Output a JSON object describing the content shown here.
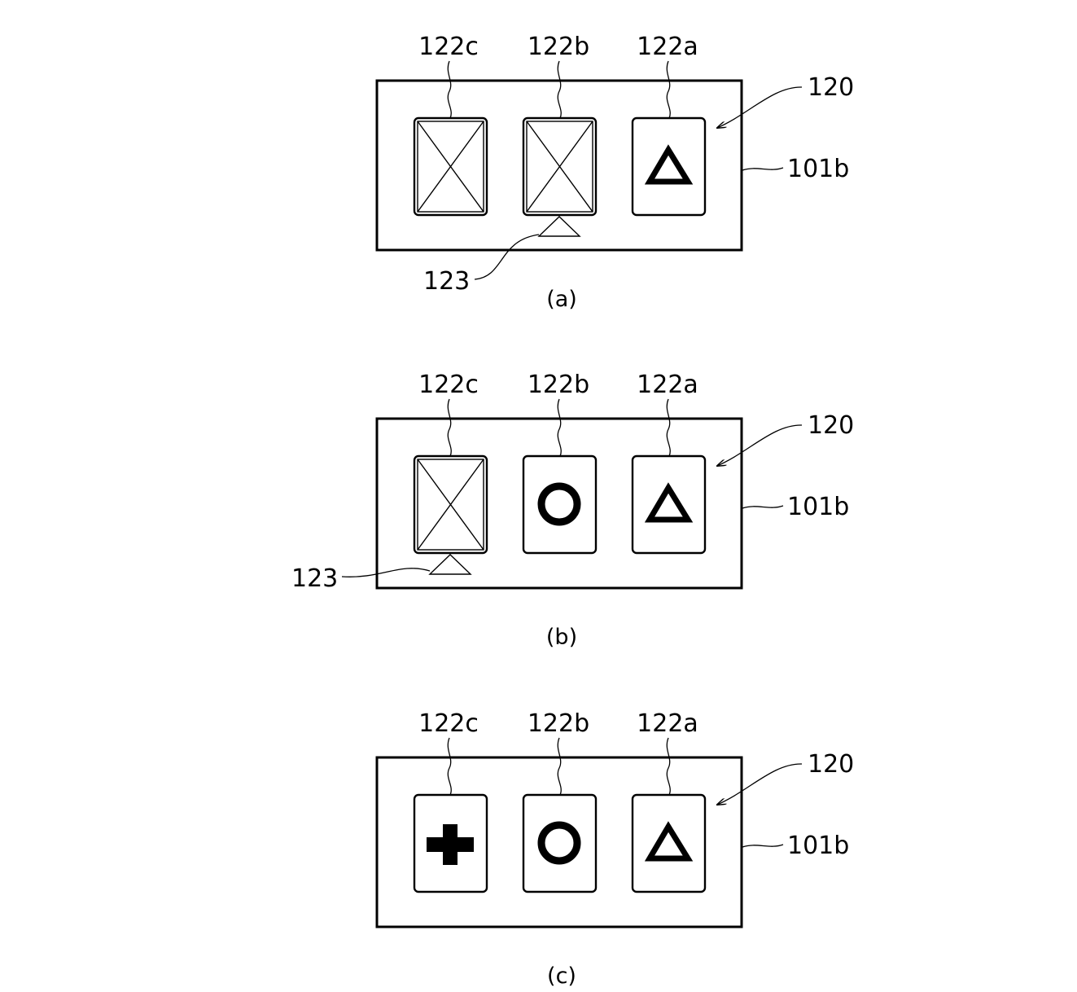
{
  "figures": [
    {
      "caption": "(a)",
      "reel_labels": [
        "122c",
        "122b",
        "122a"
      ],
      "reel_symbols": [
        "blank",
        "blank",
        "triangle"
      ],
      "panel_label": "120",
      "frame_label": "101b",
      "marker_label": "123",
      "marker_reel_index": 1
    },
    {
      "caption": "(b)",
      "reel_labels": [
        "122c",
        "122b",
        "122a"
      ],
      "reel_symbols": [
        "blank",
        "circle",
        "triangle"
      ],
      "panel_label": "120",
      "frame_label": "101b",
      "marker_label": "123",
      "marker_reel_index": 0
    },
    {
      "caption": "(c)",
      "reel_labels": [
        "122c",
        "122b",
        "122a"
      ],
      "reel_symbols": [
        "cross",
        "circle",
        "triangle"
      ],
      "panel_label": "120",
      "frame_label": "101b"
    }
  ]
}
